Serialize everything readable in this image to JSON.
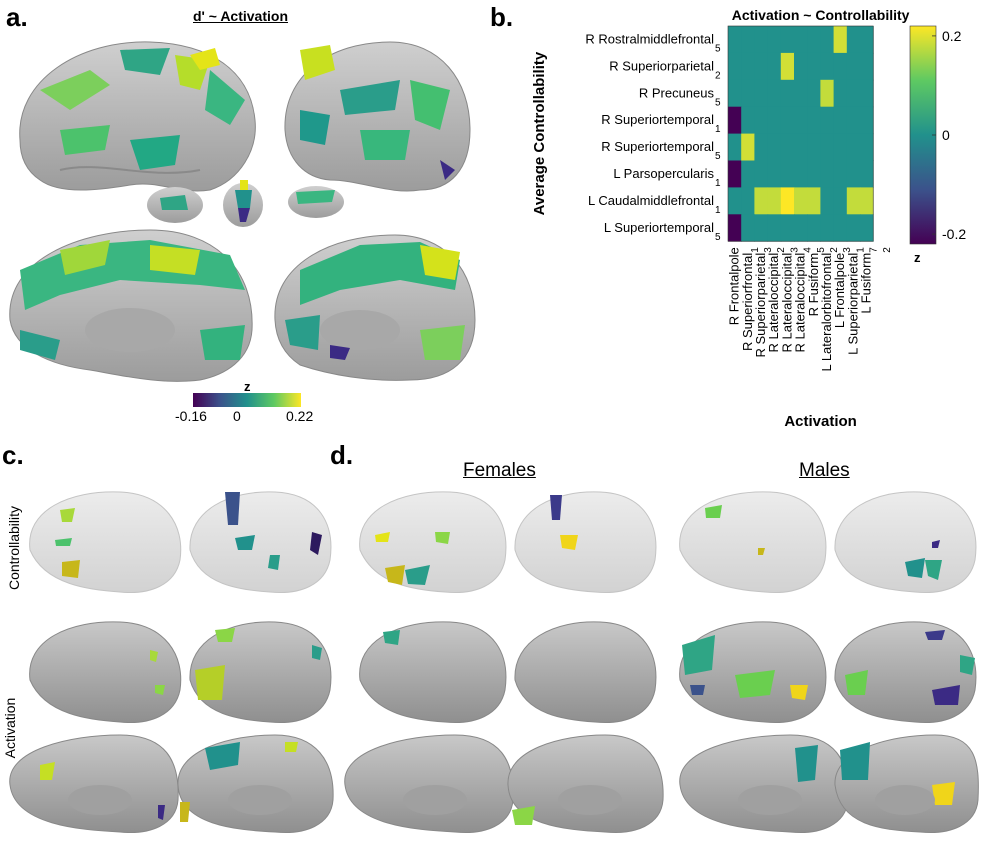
{
  "panels": {
    "a": {
      "label": "a.",
      "title": "d' ~ Activation",
      "colorbar": {
        "title": "z",
        "min": "-0.16",
        "mid": "0",
        "max": "0.22"
      }
    },
    "b": {
      "label": "b."
    },
    "c": {
      "label": "c."
    },
    "d": {
      "label": "d."
    }
  },
  "row_labels": {
    "controllability": "Controllability",
    "activation": "Activation"
  },
  "groups": {
    "females": "Females",
    "males": "Males"
  },
  "colors": {
    "viridis_low": "#440154",
    "viridis_mid": "#21918c",
    "viridis_high": "#fde725",
    "brain": "#b9b9b9",
    "glass": "#e8e8e8"
  },
  "chart_data": {
    "type": "heatmap",
    "title": "Activation ~ Controllability",
    "xlabel": "Activation",
    "ylabel": "Average Controllability",
    "y": [
      {
        "name": "R Rostralmiddlefrontal",
        "sub": "5"
      },
      {
        "name": "R Superiorparietal",
        "sub": "2"
      },
      {
        "name": "R Precuneus",
        "sub": "5"
      },
      {
        "name": "R Superiortemporal",
        "sub": "1"
      },
      {
        "name": "R Superiortemporal",
        "sub": "5"
      },
      {
        "name": "L Parsopercularis",
        "sub": "1"
      },
      {
        "name": "L Caudalmiddlefrontal",
        "sub": "1"
      },
      {
        "name": "L Superiortemporal",
        "sub": "5"
      }
    ],
    "x": [
      {
        "name": "R Frontalpole",
        "sub": ""
      },
      {
        "name": "R Superiorfrontal",
        "sub": "1"
      },
      {
        "name": "R Superiorparietal",
        "sub": "3"
      },
      {
        "name": "R Lateraloccipital",
        "sub": "2"
      },
      {
        "name": "R Lateraloccipital",
        "sub": "3"
      },
      {
        "name": "R Lateraloccipital",
        "sub": "4"
      },
      {
        "name": "R Fusiform",
        "sub": "5"
      },
      {
        "name": "L Lateralorbitofrontal",
        "sub": "2"
      },
      {
        "name": "L Frontalpole",
        "sub": "3"
      },
      {
        "name": "L Superiorparietal",
        "sub": "1"
      },
      {
        "name": "L Fusiform",
        "sub": "7"
      },
      {
        "name": "",
        "sub": "2"
      }
    ],
    "values": [
      [
        0,
        0,
        0,
        0,
        0,
        0,
        0,
        0,
        0.19,
        0,
        0
      ],
      [
        0,
        0,
        0,
        0,
        0.19,
        0,
        0,
        0,
        0,
        0,
        0
      ],
      [
        0,
        0,
        0,
        0,
        0,
        0,
        0,
        0.18,
        0,
        0,
        0
      ],
      [
        -0.22,
        0,
        0,
        0,
        0,
        0,
        0,
        0,
        0,
        0,
        0
      ],
      [
        0,
        0.19,
        0,
        0,
        0,
        0,
        0,
        0,
        0,
        0,
        0
      ],
      [
        -0.22,
        0,
        0,
        0,
        0,
        0,
        0,
        0,
        0,
        0,
        0
      ],
      [
        0,
        0,
        0.18,
        0.18,
        0.22,
        0.18,
        0.18,
        0,
        0,
        0.18,
        0.18
      ],
      [
        -0.22,
        0,
        0,
        0,
        0,
        0,
        0,
        0,
        0,
        0,
        0
      ]
    ],
    "colorbar": {
      "min": -0.22,
      "max": 0.22,
      "ticks": [
        "0.2",
        "0",
        "-0.2"
      ],
      "label": "z"
    }
  }
}
